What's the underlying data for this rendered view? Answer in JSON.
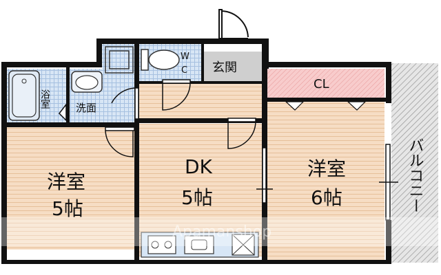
{
  "rooms": {
    "bath": "浴室",
    "washroom": "洗面",
    "wc_w": "W",
    "wc_c": "C",
    "entrance": "玄関",
    "closet": "CL",
    "western_left_name": "洋室",
    "western_left_size": "5帖",
    "dk_name": "DK",
    "dk_size": "5帖",
    "western_right_name": "洋室",
    "western_right_size": "6帖",
    "balcony": "バルコニー"
  },
  "watermark": "Apamanshop",
  "colors": {
    "wood_floor": "#f6ddc4",
    "wood_line": "#e8c3a0",
    "tile_floor": "#d7e6f6",
    "tile_line": "#a9c3e2",
    "closet_fill": "#f7c6c6",
    "entrance_fill": "#cfcfcf",
    "wall": "#111111",
    "balcony_fill": "#d9d9d9"
  }
}
